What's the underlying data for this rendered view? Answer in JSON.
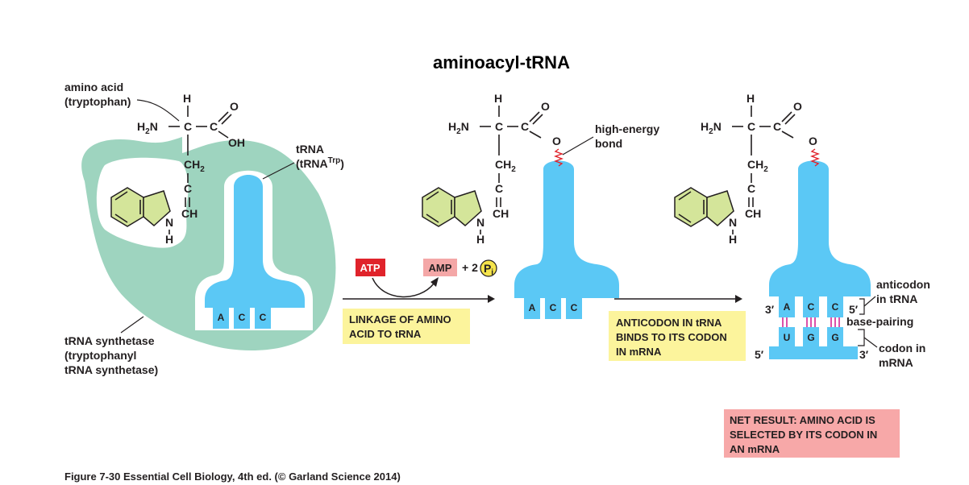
{
  "title": "aminoacyl-tRNA",
  "labels": {
    "amino_acid": [
      "amino acid",
      "(tryptophan)"
    ],
    "trna": [
      "tRNA",
      "(tRNA",
      "Trp",
      ")"
    ],
    "synthetase": [
      "tRNA synthetase",
      "(tryptophanyl",
      "tRNA synthetase)"
    ],
    "high_energy_bond": [
      "high-energy",
      "bond"
    ],
    "anticodon_in_trna": [
      "anticodon",
      "in tRNA"
    ],
    "base_pairing": "base-pairing",
    "codon_in_mrna": [
      "codon in",
      "mRNA"
    ],
    "three_prime": "3′",
    "five_prime": "5′"
  },
  "chemistry": {
    "h": "H",
    "h2n": "H",
    "h2n_sub": "2",
    "h2n_n": "N",
    "c": "C",
    "o": "O",
    "oh": "OH",
    "ch2": "CH",
    "ch2_sub": "2",
    "n": "N",
    "ch": "CH"
  },
  "reaction": {
    "atp": "ATP",
    "amp": "AMP",
    "plus_two": "+ 2",
    "pi": "P",
    "pi_sub": "i"
  },
  "anticodon_bases": [
    "A",
    "C",
    "C"
  ],
  "codon_bases": [
    "U",
    "G",
    "G"
  ],
  "steps": {
    "step1": [
      "LINKAGE OF AMINO",
      "ACID TO tRNA"
    ],
    "step2": [
      "ANTICODON IN tRNA",
      "BINDS TO ITS CODON",
      "IN mRNA"
    ]
  },
  "net_result": [
    "NET RESULT: AMINO ACID IS",
    "SELECTED BY ITS CODON IN",
    "AN mRNA"
  ],
  "footer": "Figure 7-30  Essential Cell Biology, 4th ed. (© Garland Science 2014)",
  "colors": {
    "synthetase": "#9ed4bf",
    "trna": "#5bc8f5",
    "ring": "#d4e59a",
    "atp": "#e0232b",
    "amp": "#f4a7a7",
    "step_box": "#fcf49c",
    "net_box": "#f7a8a8",
    "base_pair_line": "#d1178d"
  }
}
